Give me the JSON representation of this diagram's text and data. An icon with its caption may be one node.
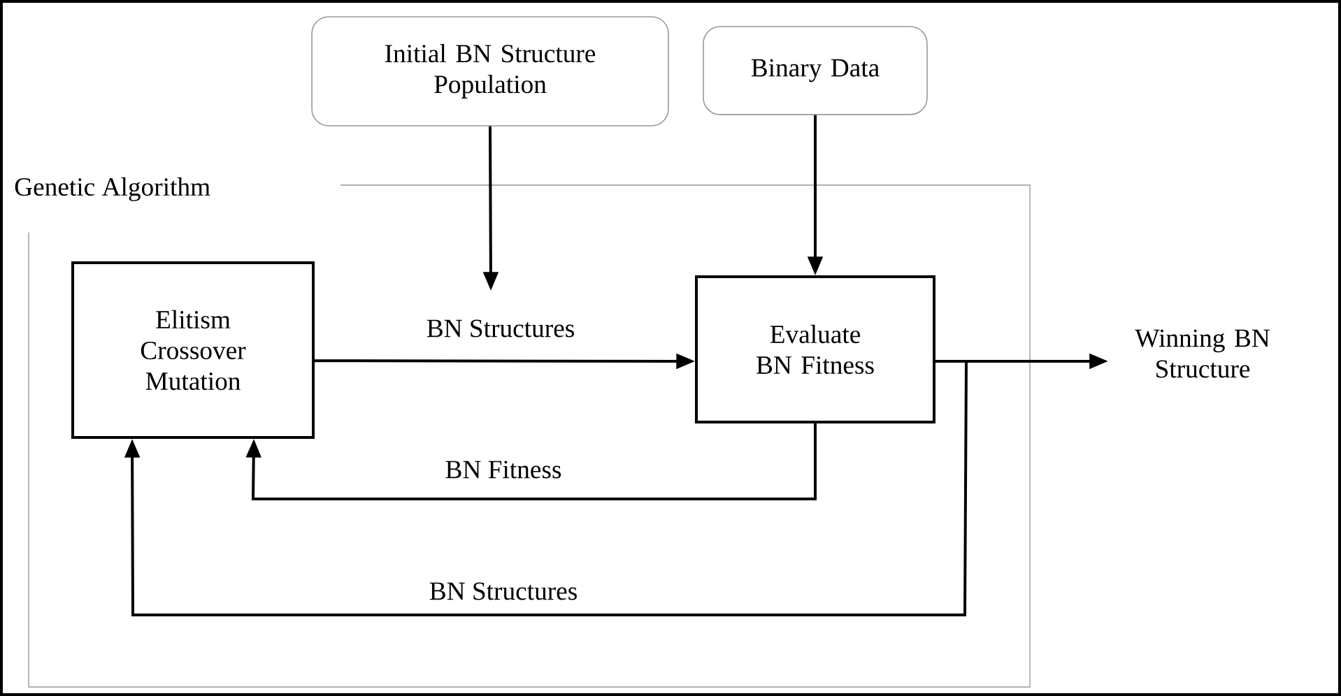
{
  "diagram": {
    "nodes": [
      {
        "text": [
          "Genetic Algorithm"
        ]
      },
      {
        "text": [
          "Elitism Crossover Mutation"
        ],
        "in": 0
      },
      {
        "text": [
          "Evaluate BN Fitness"
        ],
        "in": 0
      },
      {
        "text": [
          "Initial BN Structure Population"
        ]
      },
      {
        "text": [
          "Binary Data"
        ]
      },
      {
        "text": [
          "Winning BN Structure"
        ]
      }
    ],
    "edges": [
      {
        "from": 1,
        "to": 2,
        "arrow": "to",
        "label": "BN Structures"
      },
      {
        "from": 3,
        "to": null,
        "arrow": "to"
      },
      {
        "from": 4,
        "to": 2,
        "arrow": "to"
      },
      {
        "from": 2,
        "to": 1,
        "arrow": "to",
        "label": "BN Fitness"
      },
      {
        "from": 2,
        "to": 5,
        "arrow": "to"
      },
      {
        "from": 2,
        "to": 1,
        "arrow": "to",
        "label": "BN Structures"
      }
    ]
  }
}
